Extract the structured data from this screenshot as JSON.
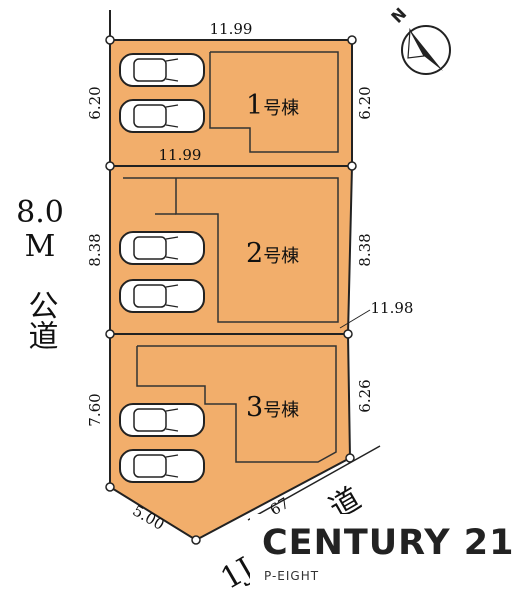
{
  "lots": [
    {
      "number": "1",
      "suffix": "号棟"
    },
    {
      "number": "2",
      "suffix": "号棟"
    },
    {
      "number": "3",
      "suffix": "号棟"
    }
  ],
  "dimensions": {
    "top_width": "11.99",
    "lot1_inner_width": "11.99",
    "lot1_left": "6.20",
    "lot1_right": "6.20",
    "lot2_left": "8.38",
    "lot2_right": "8.38",
    "lot2_3_boundary": "11.98",
    "lot3_left": "7.60",
    "lot3_right": "6.26",
    "bottom_left": "5.00",
    "bottom_right": ".67"
  },
  "roads": {
    "west_width": "8.0",
    "west_unit": "M",
    "west_label": "公道",
    "south_partial": "1J",
    "south_label": "道"
  },
  "compass": {
    "north": "N"
  },
  "brand": {
    "name": "CENTURY 21",
    "office": "P-EIGHT"
  },
  "colors": {
    "lot_fill": "#F2AE6B",
    "line": "#222222"
  }
}
